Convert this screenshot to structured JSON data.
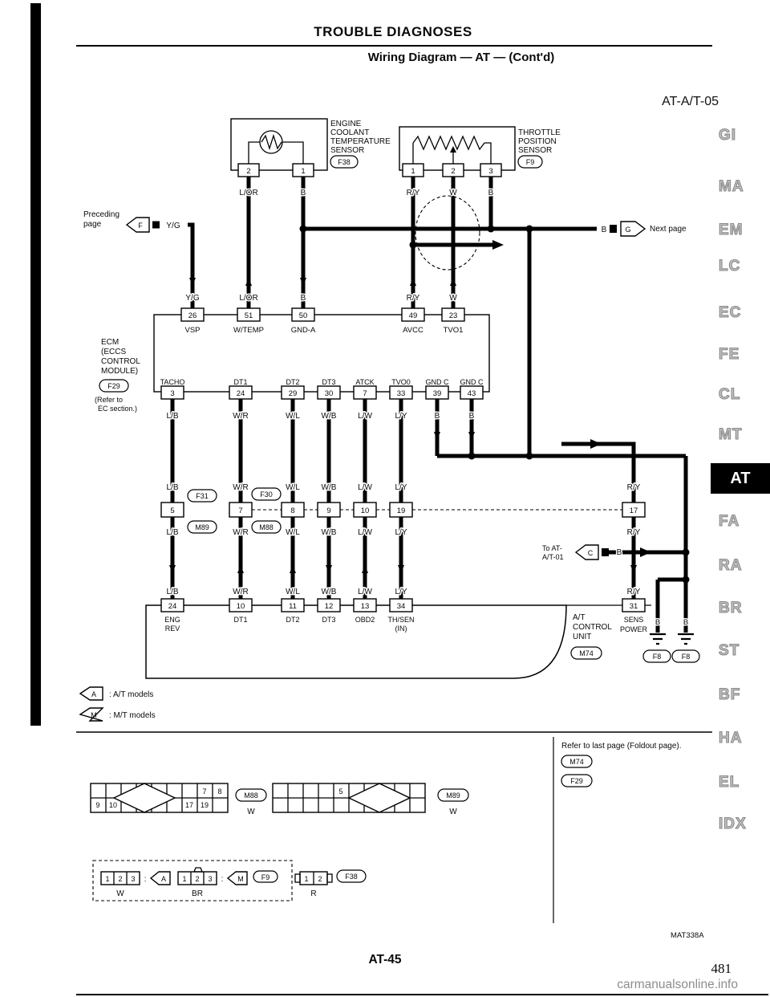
{
  "header": {
    "section_title": "TROUBLE DIAGNOSES",
    "subtitle": "Wiring Diagram — AT — (Cont'd)",
    "diagram_code": "AT-A/T-05"
  },
  "sidebar": {
    "items": [
      "GI",
      "MA",
      "EM",
      "LC",
      "EC",
      "FE",
      "CL",
      "MT",
      "AT",
      "FA",
      "RA",
      "BR",
      "ST",
      "BF",
      "HA",
      "EL",
      "IDX"
    ]
  },
  "coolant_sensor": {
    "l1": "ENGINE",
    "l2": "COOLANT",
    "l3": "TEMPERATURE",
    "l4": "SENSOR",
    "ref": "F38",
    "pin_a": "2",
    "pin_b": "1",
    "wire_a": "L/OR",
    "wire_b": "B"
  },
  "throttle_sensor": {
    "l1": "THROTTLE",
    "l2": "POSITION",
    "l3": "SENSOR",
    "ref": "F9",
    "pin_a": "1",
    "pin_b": "2",
    "pin_c": "3",
    "wire_a": "R/Y",
    "wire_b": "W",
    "wire_c": "B"
  },
  "preceding": {
    "l1": "Preceding",
    "l2": "page",
    "tag": "F",
    "wire": "Y/G"
  },
  "next": {
    "wire": "B",
    "tag": "G",
    "label": "Next page"
  },
  "to_at01": {
    "l1": "To AT-",
    "l2": "A/T-01",
    "tag": "C",
    "wire": "B"
  },
  "mid_labels": {
    "w1": "Y/G",
    "w2": "L/OR",
    "w3": "B",
    "w4": "R/Y",
    "w5": "W"
  },
  "ecm": {
    "l1": "ECM",
    "l2": "(ECCS",
    "l3": "CONTROL",
    "l4": "MODULE)",
    "ref": "F29",
    "note1": "(Refer to",
    "note2": "EC section.)",
    "t26": {
      "num": "26",
      "name": "VSP"
    },
    "t51": {
      "num": "51",
      "name": "W/TEMP"
    },
    "t50": {
      "num": "50",
      "name": "GND-A"
    },
    "t49": {
      "num": "49",
      "name": "AVCC"
    },
    "t23": {
      "num": "23",
      "name": "TVO1"
    },
    "b1": {
      "name": "TACHO",
      "num": "3",
      "color": "L/B"
    },
    "b2": {
      "name": "DT1",
      "num": "24",
      "color": "W/R"
    },
    "b3": {
      "name": "DT2",
      "num": "29",
      "color": "W/L"
    },
    "b4": {
      "name": "DT3",
      "num": "30",
      "color": "W/B"
    },
    "b5": {
      "name": "ATCK",
      "num": "7",
      "color": "L/W"
    },
    "b6": {
      "name": "TVO0",
      "num": "33",
      "color": "L/Y"
    },
    "b7": {
      "name": "GND C",
      "num": "39",
      "color": "B"
    },
    "b8": {
      "name": "GND C",
      "num": "43",
      "color": "B"
    }
  },
  "connectors": {
    "c5": "5",
    "c7": "7",
    "c8": "8",
    "c9": "9",
    "c10": "10",
    "c19": "19",
    "c17": "17",
    "ref_f31": "F31",
    "ref_m89": "M89",
    "ref_f30": "F30",
    "ref_m88": "M88",
    "wire_17": "R/Y"
  },
  "atcu": {
    "l1": "A/T",
    "l2": "CONTROL",
    "l3": "UNIT",
    "ref": "M74",
    "t1": {
      "color": "L/B",
      "num": "24",
      "n1": "ENG",
      "n2": "REV"
    },
    "t2": {
      "color": "W/R",
      "num": "10",
      "n1": "DT1"
    },
    "t3": {
      "color": "W/L",
      "num": "11",
      "n1": "DT2"
    },
    "t4": {
      "color": "W/B",
      "num": "12",
      "n1": "DT3"
    },
    "t5": {
      "color": "L/W",
      "num": "13",
      "n1": "OBD2"
    },
    "t6": {
      "color": "L/Y",
      "num": "34",
      "n1": "TH/SEN",
      "n2": "(IN)"
    },
    "t7": {
      "color": "R/Y",
      "num": "31",
      "n1": "SENS",
      "n2": "POWER"
    }
  },
  "grounds": {
    "b1": "B",
    "b2": "B",
    "ref1": "F8",
    "ref2": "F8"
  },
  "legend": {
    "a_tag": "A",
    "a_text": ": A/T models",
    "m_tag": "M",
    "m_text": ": M/T models"
  },
  "foldout": {
    "note": "Refer to last page (Foldout page).",
    "ref1": "M74",
    "ref2": "F29"
  },
  "views": {
    "v1": {
      "ref": "M88",
      "code": "W",
      "p7": "7",
      "p8": "8",
      "p9": "9",
      "p10": "10",
      "p17": "17",
      "p19": "19"
    },
    "v2": {
      "ref": "M89",
      "code": "W",
      "p5": "5"
    },
    "g1": {
      "p1": "1",
      "p2": "2",
      "p3": "3",
      "sep": ":",
      "tag": "A",
      "code": "W"
    },
    "g2": {
      "p1": "1",
      "p2": "2",
      "p3": "3",
      "sep": ":",
      "tag": "M",
      "ref": "F9",
      "code": "BR"
    },
    "g3": {
      "p1": "1",
      "p2": "2",
      "ref": "F38",
      "code": "R"
    }
  },
  "footer": {
    "doc_code": "MAT338A",
    "page_label": "AT-45",
    "page_number": "481",
    "watermark": "carmanualsonline.info"
  }
}
